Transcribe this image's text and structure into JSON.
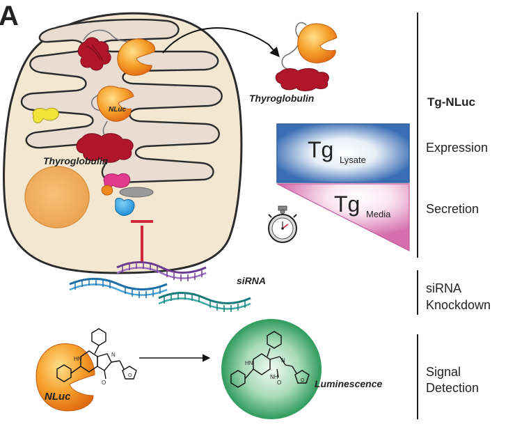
{
  "panel_label": "A",
  "cell": {
    "nluc_label": "NLuc",
    "thyroglobulin_label": "Thyroglobulin"
  },
  "secreted": {
    "thyroglobulin_label": "Thyroglobulin"
  },
  "assay": {
    "title": "Tg-NLuc",
    "lysate_main": "Tg",
    "lysate_sub": "Lysate",
    "media_main": "Tg",
    "media_sub": "Media",
    "expression_label": "Expression",
    "secretion_label": "Secretion"
  },
  "sirna": {
    "label": "siRNA",
    "section_line1": "siRNA",
    "section_line2": "Knockdown"
  },
  "detection": {
    "nluc_label": "NLuc",
    "product_label": "Luminescence",
    "section_line1": "Signal",
    "section_line2": "Detection"
  },
  "colors": {
    "cell_fill": "#f3e6d1",
    "cell_inner": "#e9ddd2",
    "nluc_orange": "#f08a1e",
    "tg_red": "#b0152b",
    "lysate_blue": "#3c6fb6",
    "media_pink": "#d879b4",
    "glow_green": "#3faa6a"
  }
}
